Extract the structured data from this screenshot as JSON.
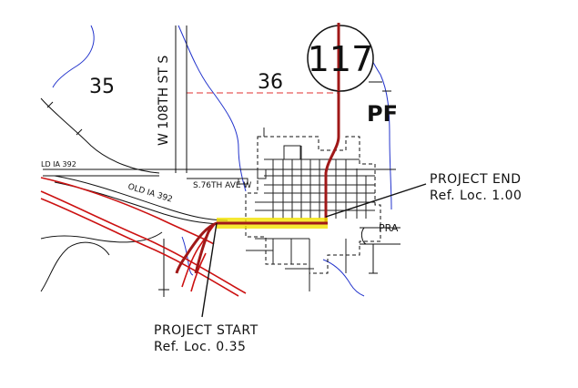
{
  "section_numbers": {
    "left": "35",
    "right": "36"
  },
  "streets": {
    "w108th": "W 108TH ST S",
    "s76th": "S.76TH AVE W",
    "old_ia_392_left": "LD IA 392",
    "old_ia_392_mid": "OLD IA 392"
  },
  "route_shield": {
    "number": "117"
  },
  "town_label_partial": "PF",
  "town_label_right_partial": "PRA",
  "project_start": {
    "title": "PROJECT START",
    "ref": "Ref. Loc. 0.35"
  },
  "project_end": {
    "title": "PROJECT END",
    "ref": "Ref. Loc. 1.00"
  },
  "colors": {
    "highway": "#cc1111",
    "route_dark": "#a01818",
    "project_highlight": "#f2e200",
    "stream": "#2233cc",
    "section_line": "#e03030",
    "linework": "#111111"
  }
}
